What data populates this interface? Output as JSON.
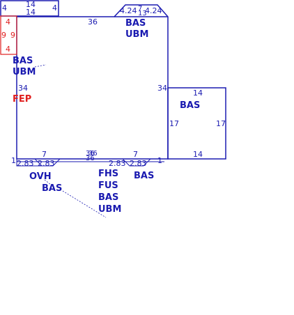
{
  "dimensions": {
    "top_small_top_left": "4",
    "top_small_top_mid_a": "14",
    "top_small_top_mid_b": "14",
    "top_small_top_right": "4",
    "main_top": "36",
    "roof_left": "4.24",
    "roof_mid_a": "7",
    "roof_mid_b": "13",
    "roof_right": "4.24",
    "main_left": "34",
    "main_right": "34",
    "red_top": "4",
    "red_left": "9",
    "red_right": "9",
    "red_bottom": "4",
    "side_top": "14",
    "side_left": "17",
    "side_right": "17",
    "side_bottom": "14",
    "bottom_left_corner": "1",
    "bottom_left_a": "2.83",
    "bottom_left_b": "2.83",
    "bottom_left_top": "7",
    "bottom_center_a": "36",
    "bottom_center_b": "36",
    "bottom_center_c": "36",
    "bottom_right_a": "2.83",
    "bottom_right_b": "2.83",
    "bottom_right_top": "7",
    "bottom_right_corner": "1"
  },
  "labels": {
    "roof_bas": "BAS",
    "roof_ubm": "UBM",
    "left_bas": "BAS",
    "left_ubm": "UBM",
    "fep": "FEP",
    "side_bas": "BAS",
    "ovh": "OVH",
    "ovh_bas": "BAS",
    "fhs": "FHS",
    "fus": "FUS",
    "mid_bas": "BAS",
    "mid_ubm": "UBM",
    "right_bas": "BAS"
  }
}
